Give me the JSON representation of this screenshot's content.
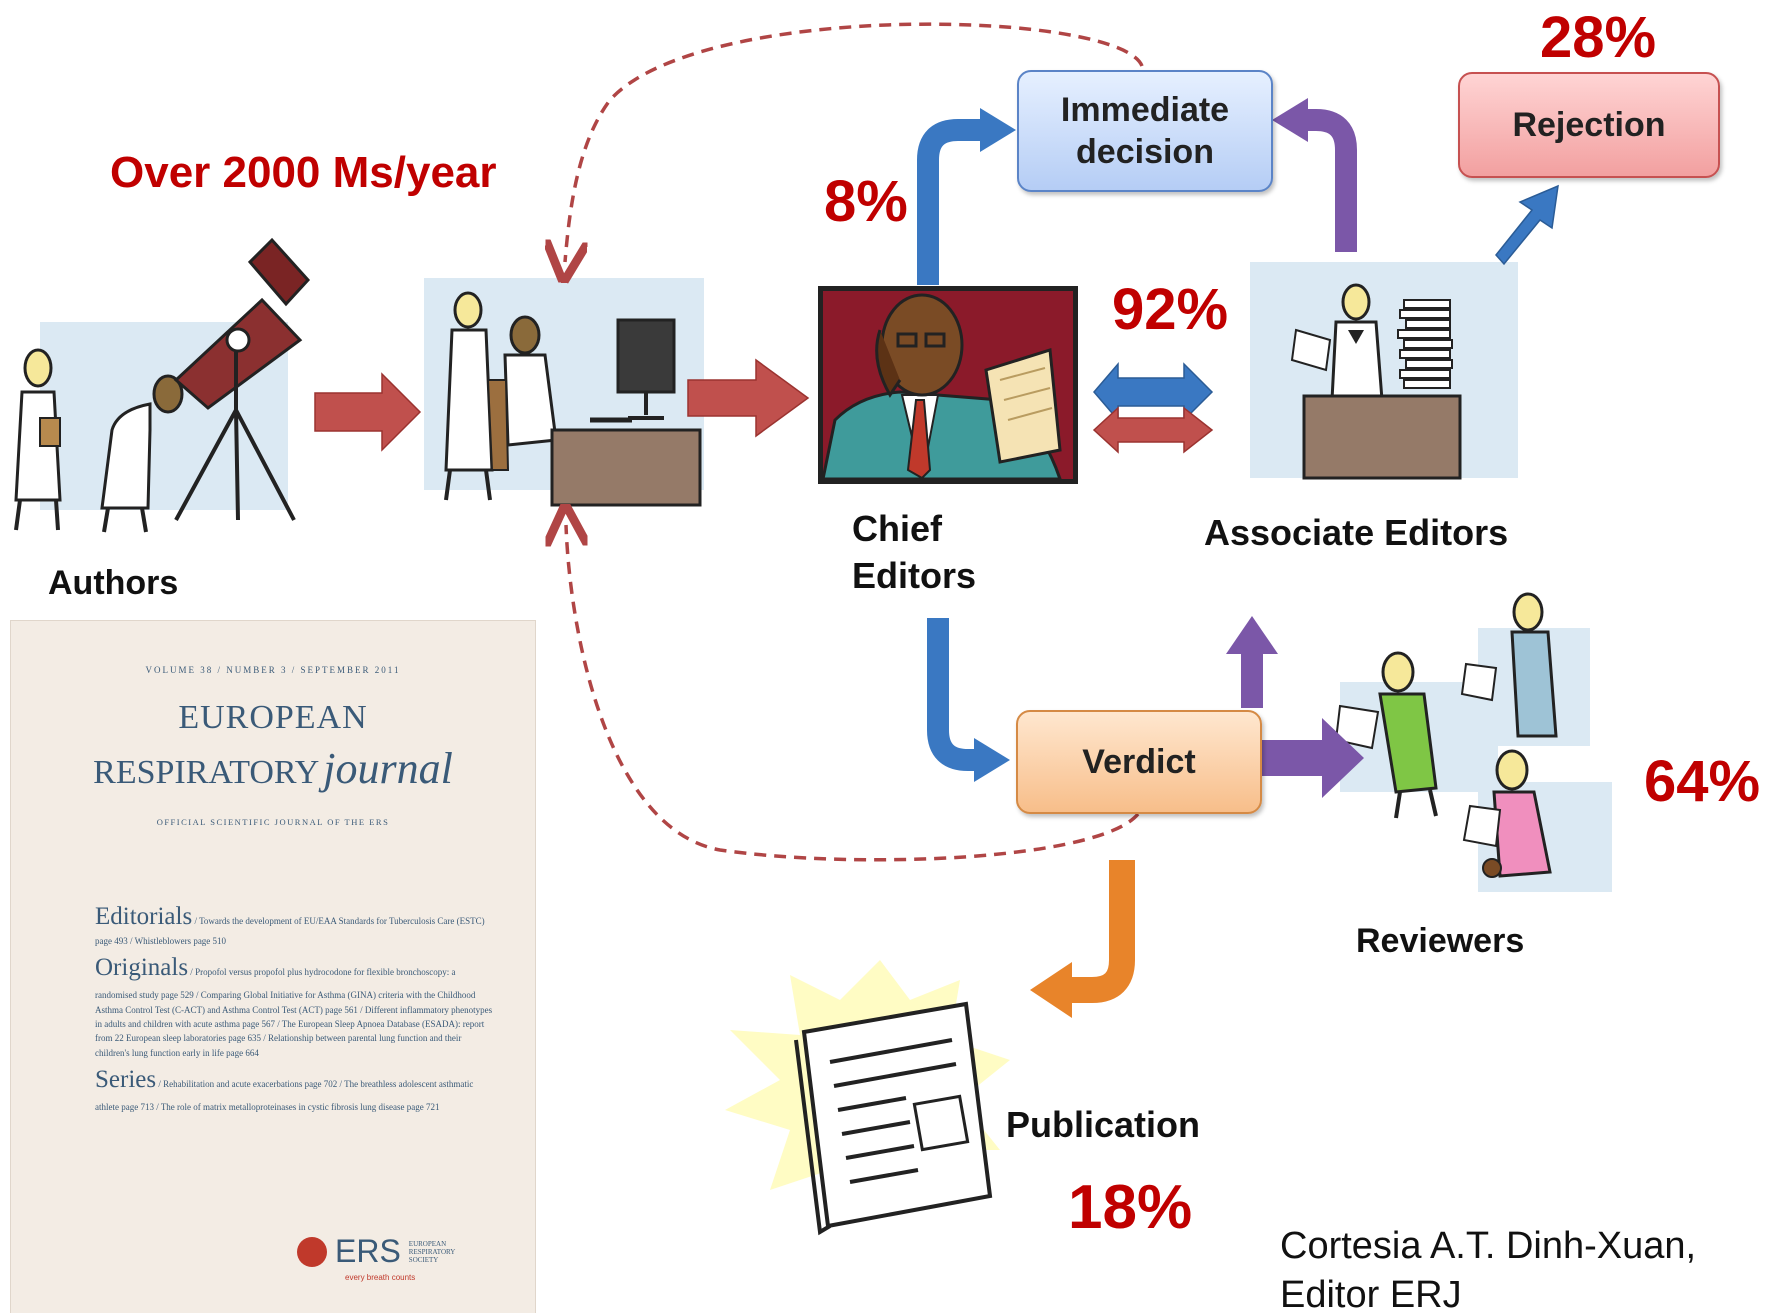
{
  "labels": {
    "over_2000": "Over 2000 Ms/year",
    "authors": "Authors",
    "chief_editors": "Chief\nEditors",
    "associate_editors": "Associate Editors",
    "reviewers": "Reviewers",
    "publication": "Publication",
    "credit": "Cortesia A.T. Dinh-Xuan,\nEditor ERJ"
  },
  "boxes": {
    "immediate_decision": "Immediate\ndecision",
    "rejection": "Rejection",
    "verdict": "Verdict"
  },
  "percentages": {
    "immediate": "8%",
    "associate": "92%",
    "rejection": "28%",
    "reviewers": "64%",
    "publication": "18%"
  },
  "journal_cover": {
    "issue_line": "VOLUME 38 / NUMBER 3 / SEPTEMBER 2011",
    "title_line1": "EUROPEAN",
    "title_line2_a": "RESPIRATORY",
    "title_line2_b": "journal",
    "subtitle": "OFFICIAL SCIENTIFIC JOURNAL OF THE ERS",
    "sections": [
      {
        "name": "Editorials",
        "text": "Towards the development of EU/EAA Standards for Tuberculosis Care (ESTC) page 493 / Whistleblowers page 510"
      },
      {
        "name": "Originals",
        "text": "Propofol versus propofol plus hydrocodone for flexible bronchoscopy: a randomised study page 529 / Comparing Global Initiative for Asthma (GINA) criteria with the Childhood Asthma Control Test (C-ACT) and Asthma Control Test (ACT) page 561 / Different inflammatory phenotypes in adults and children with acute asthma page 567 / The European Sleep Apnoea Database (ESADA): report from 22 European sleep laboratories page 635 / Relationship between parental lung function and their children's lung function early in life page 664"
      },
      {
        "name": "Series",
        "text": "Rehabilitation and acute exacerbations page 702 / The breathless adolescent asthmatic athlete page 713 / The role of matrix metalloproteinases in cystic fibrosis lung disease page 721"
      }
    ],
    "logo_text": "ERS",
    "society_name": "EUROPEAN RESPIRATORY SOCIETY",
    "tagline": "every breath counts"
  },
  "colors": {
    "accent_red": "#c00000",
    "arrow_red": "#c0504d",
    "arrow_blue": "#3a78c2",
    "arrow_purple": "#7b57a8",
    "arrow_orange": "#e8842a",
    "dashed_red": "#b04545",
    "panel_blue": "#dbe9f3"
  },
  "icons": [
    "scientists-telescope-icon",
    "researchers-computer-icon",
    "chief-editor-phone-icon",
    "associate-editor-papers-icon",
    "reviewer-icons",
    "newspaper-burst-icon"
  ]
}
